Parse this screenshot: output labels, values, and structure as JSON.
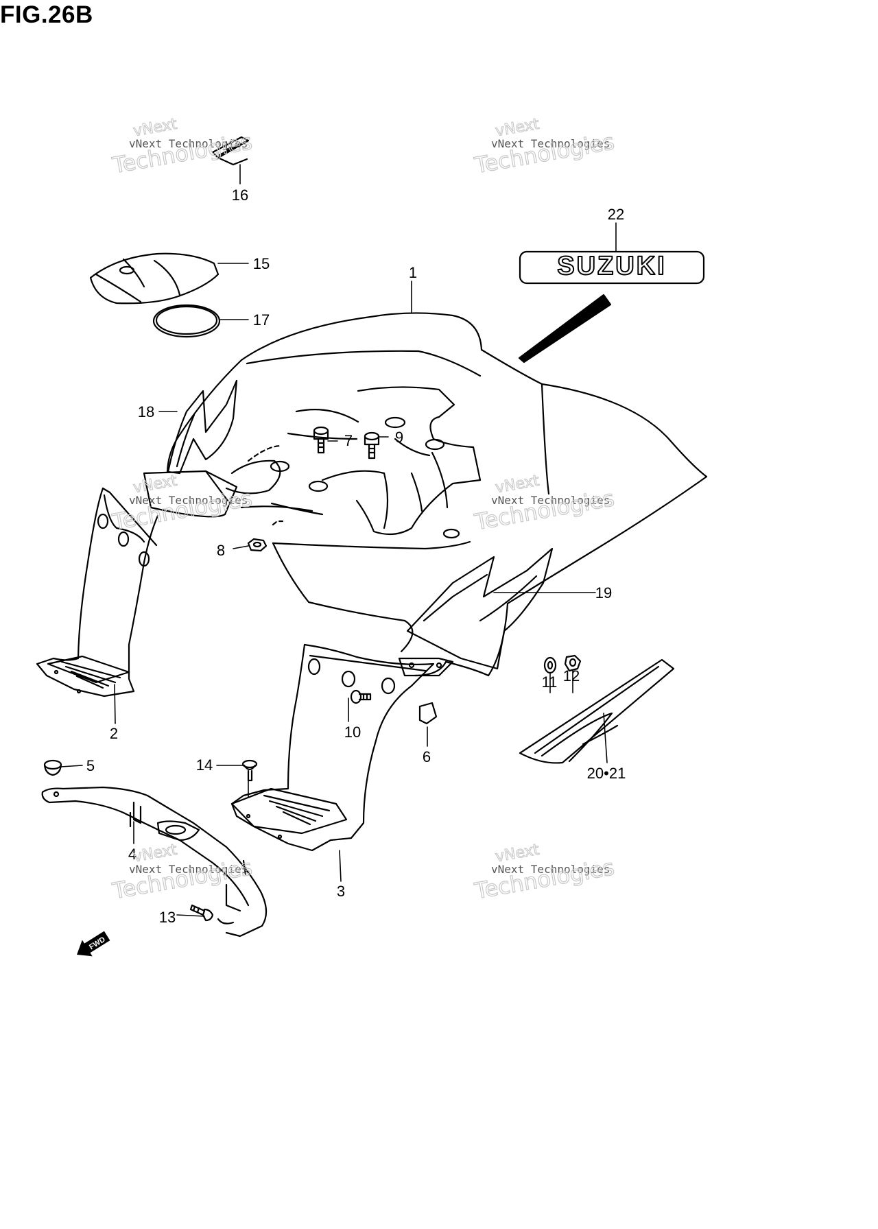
{
  "figure": {
    "title": "FIG.26B"
  },
  "brand_emblem": {
    "text": "SUZUKI"
  },
  "fwd_badge": {
    "text": "FWD"
  },
  "watermark": {
    "line_small": "vNext Technologies",
    "line_top": "vNext",
    "line_big": "Technologies"
  },
  "callouts": {
    "p1": "1",
    "p2": "2",
    "p3": "3",
    "p4": "4",
    "p5": "5",
    "p6": "6",
    "p7": "7",
    "p8": "8",
    "p9": "9",
    "p10": "10",
    "p11": "11",
    "p12": "12",
    "p13": "13",
    "p14": "14",
    "p15": "15",
    "p16": "16",
    "p17": "17",
    "p18": "18",
    "p19": "19",
    "p20_21": "20•21",
    "p22": "22"
  }
}
